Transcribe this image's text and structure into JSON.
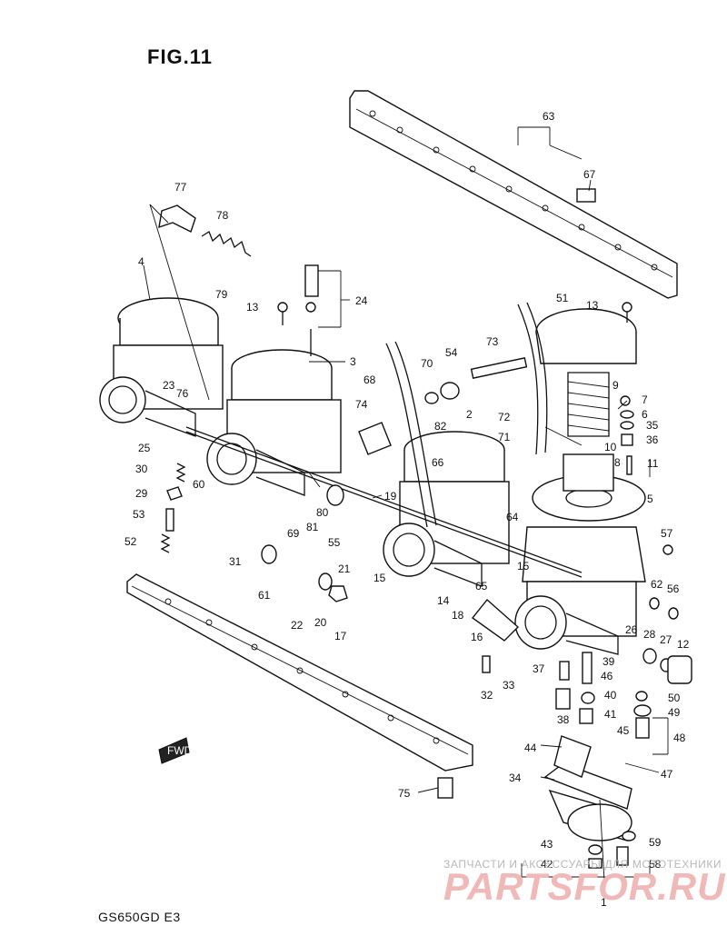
{
  "figure_title": "FIG.11",
  "model_code": "GS650GD E3",
  "fwd_label": "FWD",
  "watermark_text": "ЗАПЧАСТИ И АКСЕССУАРЫ ДЛЯ МОТОТЕХНИКИ",
  "watermark_logo": "PARTSFOR.RU",
  "labels": {
    "n1": "1",
    "n2": "2",
    "n3": "3",
    "n4": "4",
    "n5": "5",
    "n6": "6",
    "n7": "7",
    "n8": "8",
    "n9": "9",
    "n10": "10",
    "n11": "11",
    "n12": "12",
    "n13a": "13",
    "n13b": "13",
    "n14": "14",
    "n15a": "15",
    "n15b": "15",
    "n16": "16",
    "n17": "17",
    "n18": "18",
    "n19": "19",
    "n20": "20",
    "n21": "21",
    "n22": "22",
    "n23": "23",
    "n24": "24",
    "n25": "25",
    "n26": "26",
    "n27": "27",
    "n28": "28",
    "n29": "29",
    "n30": "30",
    "n31": "31",
    "n32": "32",
    "n33": "33",
    "n34": "34",
    "n35": "35",
    "n36": "36",
    "n37": "37",
    "n38": "38",
    "n39": "39",
    "n40": "40",
    "n41": "41",
    "n42": "42",
    "n43": "43",
    "n44": "44",
    "n45": "45",
    "n46": "46",
    "n47": "47",
    "n48": "48",
    "n49": "49",
    "n50": "50",
    "n51": "51",
    "n52": "52",
    "n53": "53",
    "n54": "54",
    "n55": "55",
    "n56": "56",
    "n57": "57",
    "n58": "58",
    "n59": "59",
    "n60": "60",
    "n61": "61",
    "n62": "62",
    "n63": "63",
    "n64": "64",
    "n65": "65",
    "n66": "66",
    "n67": "67",
    "n68": "68",
    "n69": "69",
    "n70": "70",
    "n71": "71",
    "n72": "72",
    "n73": "73",
    "n74": "74",
    "n75": "75",
    "n76": "76",
    "n77": "77",
    "n78": "78",
    "n79": "79",
    "n80": "80",
    "n81": "81",
    "n82": "82"
  },
  "colors": {
    "ink": "#111111",
    "paper": "#ffffff",
    "watermark_gray": "#b8b8b8",
    "watermark_pink": "#f1b8b8"
  }
}
